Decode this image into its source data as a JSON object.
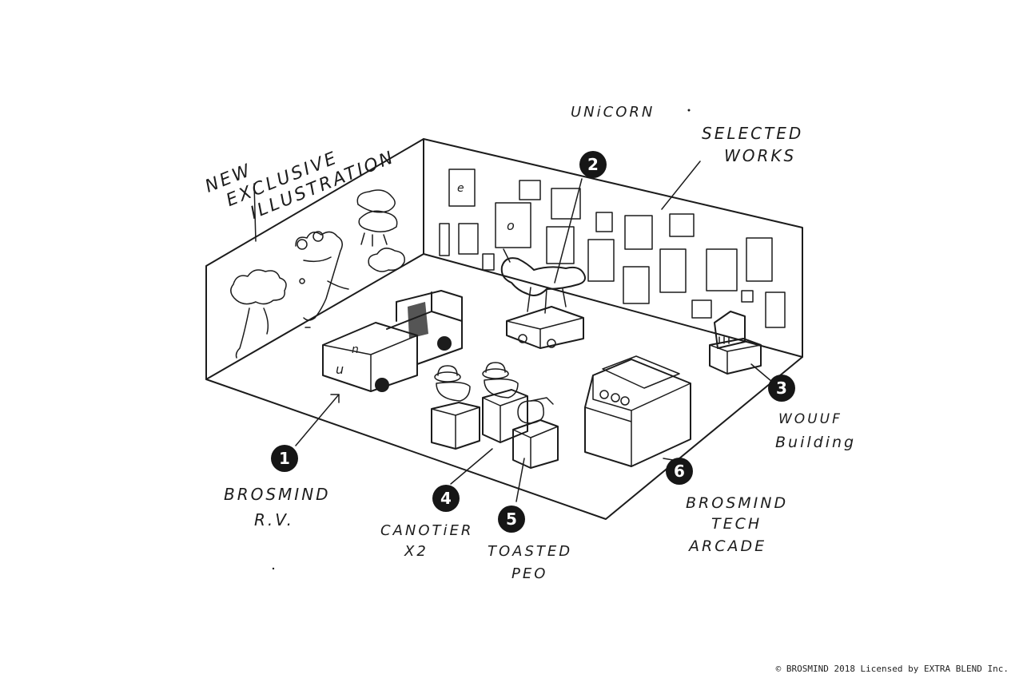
{
  "labels": {
    "illustration": [
      "NEW",
      "EXCLUSIVE",
      "ILLUSTRATION"
    ],
    "unicorn": "UNiCORN",
    "selected_works": [
      "SELECTED",
      "WORKS"
    ],
    "item1": [
      "BROSMIND",
      "R.V."
    ],
    "item3": [
      "WOUUF",
      "Building"
    ],
    "item4": [
      "CANOTiER",
      "X2"
    ],
    "item5": [
      "TOASTED",
      "PEO"
    ],
    "item6": [
      "BROSMIND",
      "TECH",
      "ARCADE"
    ]
  },
  "badges": [
    "1",
    "2",
    "3",
    "4",
    "5",
    "6"
  ],
  "copyright": "BROSMIND 2018 Licensed by EXTRA BLEND Inc.",
  "copyright_symbol": "©"
}
